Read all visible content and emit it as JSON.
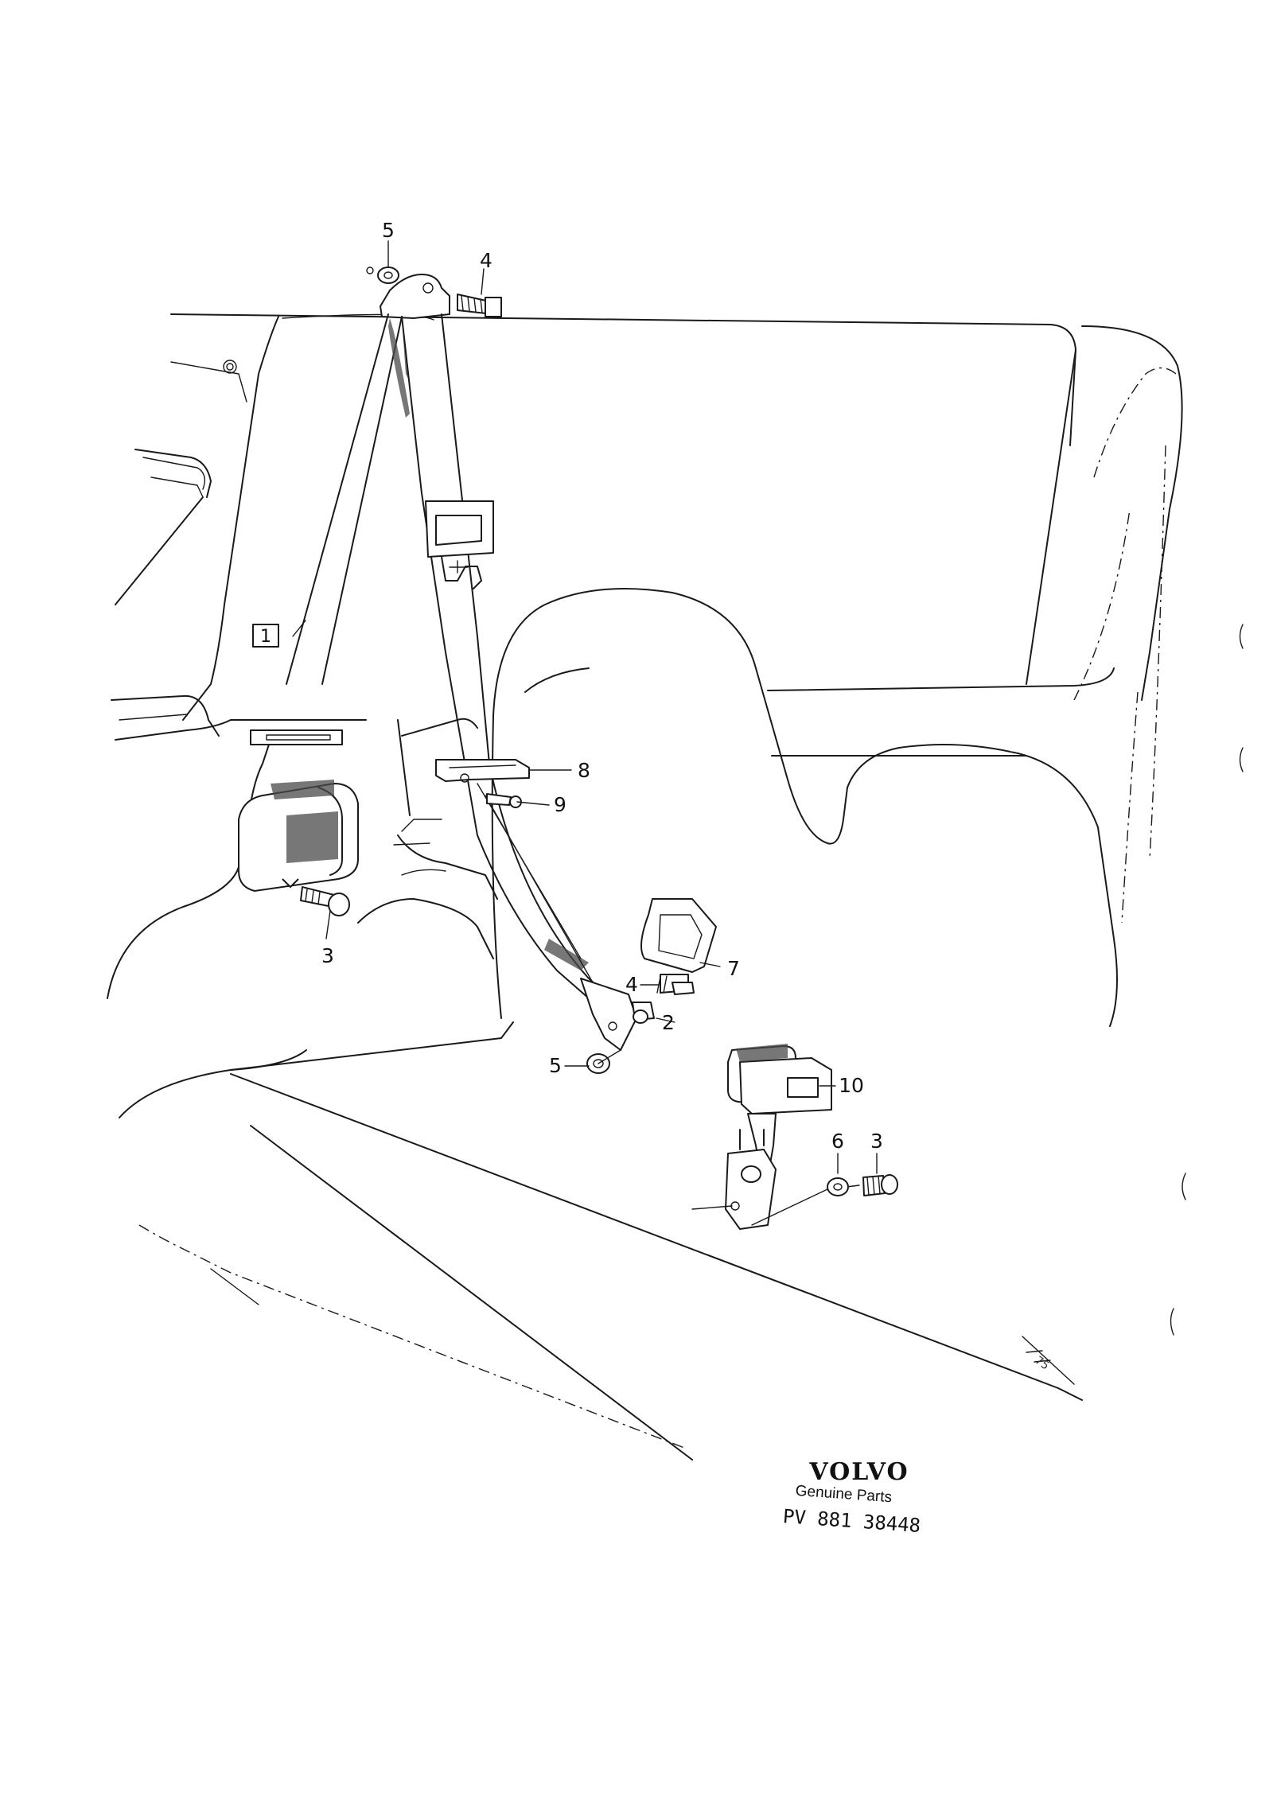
{
  "diagram": {
    "callouts": {
      "c1": "1",
      "c2": "2",
      "c3a": "3",
      "c3b": "3",
      "c4a": "4",
      "c4b": "4",
      "c5a": "5",
      "c5b": "5",
      "c6": "6",
      "c7": "7",
      "c8": "8",
      "c9": "9",
      "c10": "10"
    },
    "brand": {
      "name": "VOLVO",
      "tagline": "Genuine Parts",
      "code": "PV 881 38448"
    },
    "corner_mark": "75"
  },
  "colors": {
    "ink": "#1a1a1a",
    "paper": "#ffffff"
  }
}
